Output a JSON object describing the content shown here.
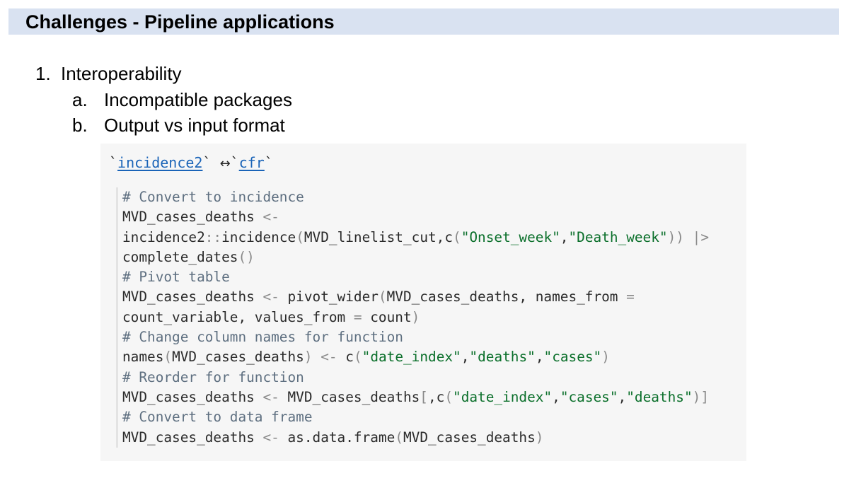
{
  "title": "Challenges - Pipeline applications",
  "outline": [
    {
      "marker": "1.",
      "text": "Interoperability"
    },
    {
      "marker": "a.",
      "text": "Incompatible packages"
    },
    {
      "marker": "b.",
      "text": "Output vs input format"
    }
  ],
  "code_panel": {
    "backtick": "`",
    "pkg_from": "incidence2",
    "arrow": "↔",
    "pkg_to": "cfr",
    "lines": [
      "# Convert to incidence",
      "MVD_cases_deaths <-",
      "incidence2::incidence(MVD_linelist_cut,c(\"Onset_week\",\"Death_week\")) |>",
      "complete_dates()",
      "# Pivot table",
      "MVD_cases_deaths <- pivot_wider(MVD_cases_deaths, names_from =",
      "count_variable, values_from = count)",
      "# Change column names for function",
      "names(MVD_cases_deaths) <- c(\"date_index\",\"deaths\",\"cases\")",
      "# Reorder for function",
      "MVD_cases_deaths <- MVD_cases_deaths[,c(\"date_index\",\"cases\",\"deaths\")]",
      "# Convert to data frame",
      "MVD_cases_deaths <- as.data.frame(MVD_cases_deaths)"
    ]
  },
  "colors": {
    "title_bar": "#d9e2f1",
    "code_background": "#f6f6f6",
    "link": "#1a64b8",
    "comment": "#5e6f80",
    "string": "#0a6f2a"
  }
}
